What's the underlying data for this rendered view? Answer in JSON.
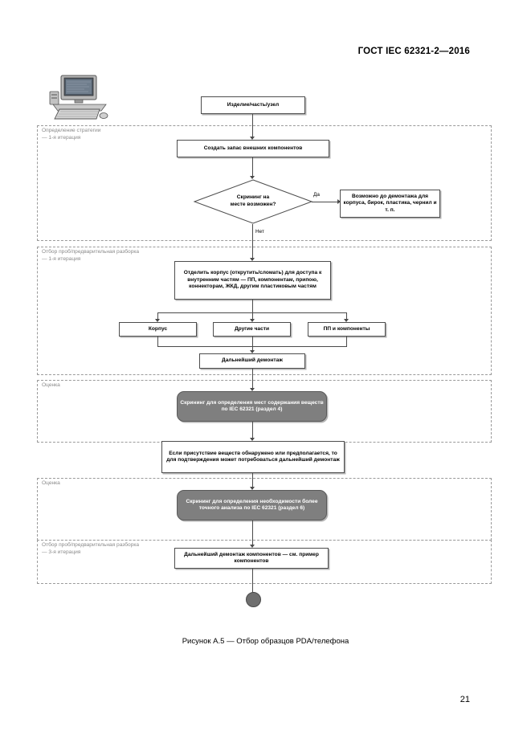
{
  "document": {
    "header": "ГОСТ IEC 62321-2—2016",
    "page_number": "21",
    "figure_caption": "Рисунок А.5 — Отбор образцов PDA/телефона"
  },
  "clipart": {
    "name": "desktop-computer-illustration"
  },
  "flow": {
    "start": {
      "label": "Изделие/часть/узел"
    },
    "stock": {
      "label": "Создать запас внешних компонентов"
    },
    "decision": {
      "label": "Скрининг на\nместе возможен?"
    },
    "decision_yes": {
      "label": "Да"
    },
    "decision_no": {
      "label": "Нет"
    },
    "onsite_possible": {
      "label": "Возможно до демонтажа для корпуса, бирок, пластика, чернил и т. п."
    },
    "separate_case": {
      "label": "Отделить корпус (открутить/сломать) для доступа к внутренним частям — ПП, компонентам, припою, коннекторам, ЖКД, другим пластиковым частям"
    },
    "part_case": {
      "label": "Корпус"
    },
    "part_other": {
      "label": "Другие части"
    },
    "part_pcb": {
      "label": "ПП и компоненты"
    },
    "further_disassembly": {
      "label": "Дальнейший демонтаж"
    },
    "screening_location": {
      "label": "Скрининг для определения мест содержания веществ по IEC 62321 (раздел 4)"
    },
    "confirm_note": {
      "label": "Если присутствие веществ обнаружено или предполагается, то для подтверждения может потребоваться дальнейший демонтаж"
    },
    "screening_precision": {
      "label": "Скрининг для определения необходимости более точного анализа по IEC 62321 (раздел 6)"
    },
    "component_disassembly": {
      "label": "Дальнейший демонтаж компонентов — см. пример компонентов"
    },
    "end": {
      "label": "end-terminator"
    }
  },
  "groups": [
    {
      "id": "strategy",
      "label": "Определение стратегии\n— 1-я итерация"
    },
    {
      "id": "sampling1",
      "label": "Отбор проб/предварительная разборка\n— 1-я итерация"
    },
    {
      "id": "assessment1",
      "label": "Оценка"
    },
    {
      "id": "assessment2",
      "label": "Оценка"
    },
    {
      "id": "sampling3",
      "label": "Отбор проб/предварительная разборка\n— 3-я итерация"
    }
  ],
  "colors": {
    "shaded_node_fill": "#7f7f7f",
    "node_border": "#4d4d4d",
    "group_border": "#9a9a9a",
    "group_label": "#8a8a8a",
    "terminator_fill": "#6f6f6f"
  }
}
